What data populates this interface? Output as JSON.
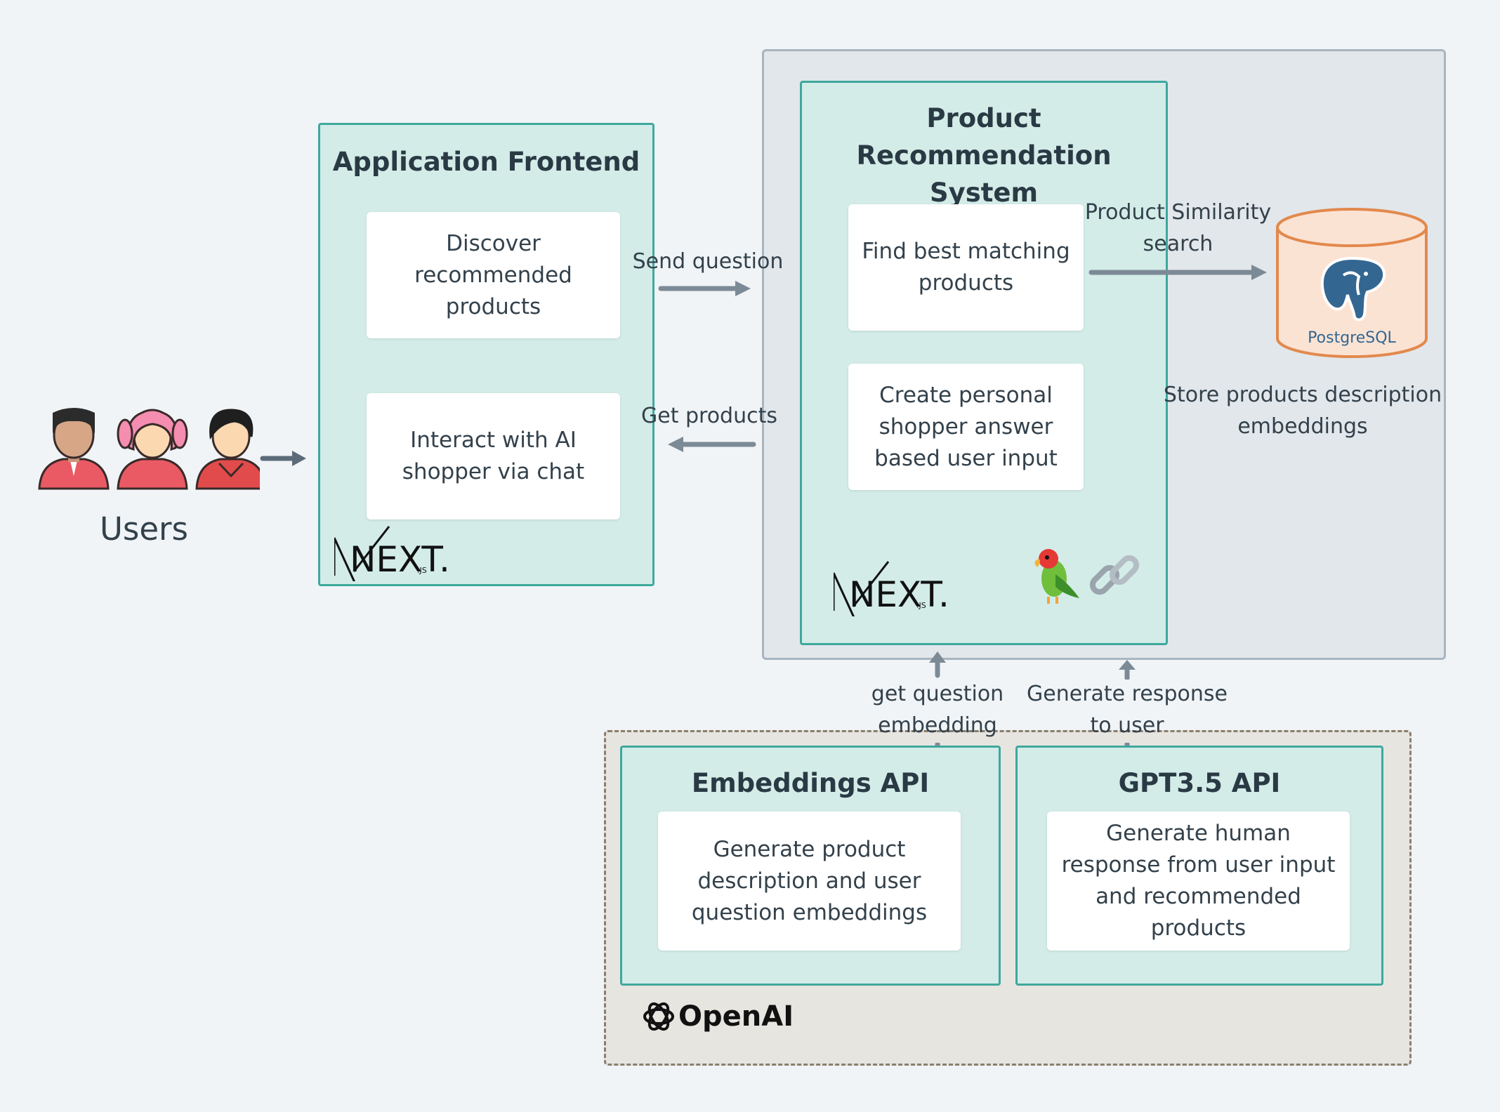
{
  "users": {
    "label": "Users"
  },
  "frontend": {
    "title": "Application Frontend",
    "cards": [
      "Discover recommended products",
      "Interact with AI shopper via chat"
    ],
    "logo": "NEXT.js"
  },
  "recommendation": {
    "title": "Product Recommendation System",
    "cards": [
      "Find best matching products",
      "Create personal shopper answer based user input"
    ],
    "logo": "NEXT.js"
  },
  "database": {
    "name": "PostgreSQL",
    "caption": "Store products description embeddings"
  },
  "arrows": {
    "send_question": "Send question",
    "get_products": "Get products",
    "similarity_search": "Product Similarity search",
    "get_embedding": "get question embedding",
    "generate_response": "Generate response to user"
  },
  "openai": {
    "brand": "OpenAI",
    "embeddings": {
      "title": "Embeddings API",
      "card": "Generate product description and user question embeddings"
    },
    "gpt": {
      "title": "GPT3.5 API",
      "card": "Generate human response from user input and recommended products"
    }
  },
  "colors": {
    "panel_fill": "#d3ece8",
    "panel_border": "#3fa89d",
    "system_fill": "#e2e7eb",
    "openai_fill": "#e7e5e0",
    "db_fill": "#fbe3d4",
    "db_border": "#e2894d",
    "arrow": "#7c8a96"
  },
  "icons": [
    "user-avatar-icon",
    "arrow-right-icon",
    "arrow-left-icon",
    "arrow-up-icon",
    "arrow-down-icon",
    "postgresql-elephant-icon",
    "parrot-icon",
    "chain-link-icon",
    "openai-logo-icon",
    "nextjs-logo"
  ]
}
